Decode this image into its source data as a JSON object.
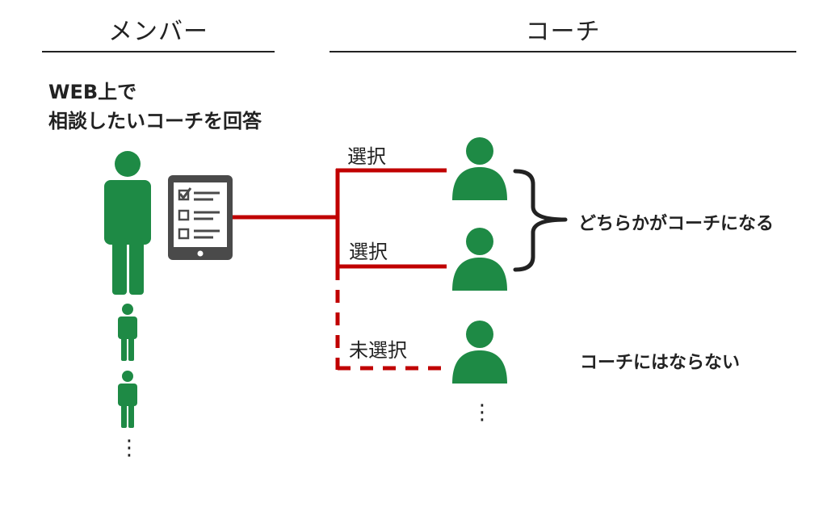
{
  "headers": {
    "members": "メンバー",
    "coaches": "コーチ"
  },
  "instruction": {
    "line1": "WEB上で",
    "line2": "相談したいコーチを回答"
  },
  "branches": [
    {
      "label": "選択",
      "style": "solid"
    },
    {
      "label": "選択",
      "style": "solid"
    },
    {
      "label": "未選択",
      "style": "dashed"
    }
  ],
  "outcomes": {
    "selected": "どちらかがコーチになる",
    "unselected": "コーチにはならない"
  },
  "colors": {
    "person": "#1e8a45",
    "connector": "#c00000",
    "tablet": "#4a4a4a",
    "text": "#222222"
  },
  "icons": {
    "member": "person-standing-icon",
    "coach": "person-bust-icon",
    "tablet": "tablet-checklist-icon",
    "bracket": "right-curly-bracket-icon"
  }
}
